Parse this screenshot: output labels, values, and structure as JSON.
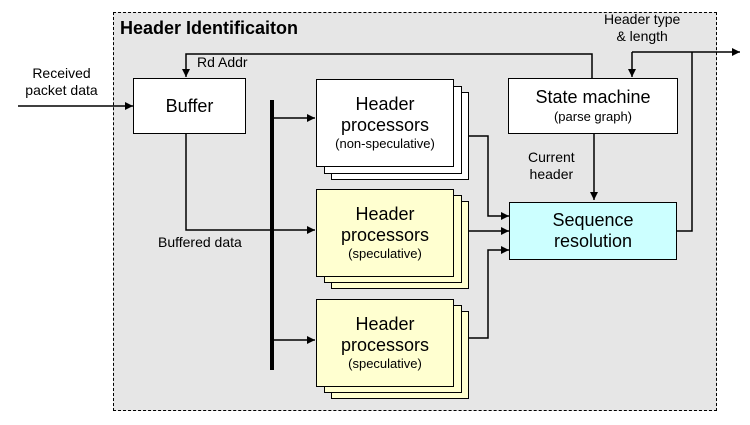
{
  "title": "Header Identificaiton",
  "inputs": {
    "received_line1": "Received",
    "received_line2": "packet data"
  },
  "labels": {
    "rd_addr": "Rd Addr",
    "buffered_data": "Buffered data",
    "current_line1": "Current",
    "current_line2": "header",
    "output_line1": "Header type",
    "output_line2": "& length"
  },
  "buffer": {
    "label": "Buffer"
  },
  "processors": [
    {
      "line1": "Header",
      "line2": "processors",
      "mode": "(non-speculative)",
      "fill": "#ffffff"
    },
    {
      "line1": "Header",
      "line2": "processors",
      "mode": "(speculative)",
      "fill": "#ffffd0"
    },
    {
      "line1": "Header",
      "line2": "processors",
      "mode": "(speculative)",
      "fill": "#ffffd0"
    }
  ],
  "state_machine": {
    "line1": "State machine",
    "line2": "(parse graph)"
  },
  "sequence_resolution": {
    "line1": "Sequence",
    "line2": "resolution",
    "fill": "#ccffff"
  }
}
